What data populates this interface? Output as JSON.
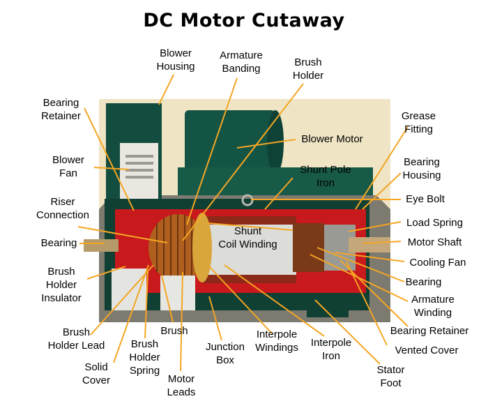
{
  "title": "DC Motor Cutaway",
  "colors": {
    "leader": "#f5a623",
    "housing": "#0f4a3c",
    "cutaway": "#c8191c",
    "copper": "#b0601e",
    "windingCore": "#dcdcd8",
    "wall": "#f1e7c6"
  },
  "labels": {
    "blower_housing": "Blower\nHousing",
    "armature_banding": "Armature\nBanding",
    "brush_holder": "Brush\nHolder",
    "bearing_retainer_left": "Bearing\nRetainer",
    "grease_fitting": "Grease\nFitting",
    "blower_motor": "Blower Motor",
    "blower_fan": "Blower\nFan",
    "shunt_pole_iron": "Shunt Pole\nIron",
    "bearing_housing": "Bearing\nHousing",
    "riser_connection": "Riser\nConnection",
    "eye_bolt": "Eye Bolt",
    "shunt_coil_winding": "Shunt\nCoil Winding",
    "load_spring": "Load Spring",
    "bearing_left": "Bearing",
    "motor_shaft": "Motor Shaft",
    "cooling_fan": "Cooling Fan",
    "brush_holder_insulator": "Brush\nHolder\nInsulator",
    "bearing_right": "Bearing",
    "armature_winding": "Armature\nWinding",
    "bearing_retainer_right": "Bearing Retainer",
    "brush_holder_lead": "Brush\nHolder Lead",
    "brush": "Brush",
    "junction_box": "Junction\nBox",
    "interpole_windings": "Interpole\nWindings",
    "interpole_iron": "Interpole\nIron",
    "vented_cover": "Vented Cover",
    "brush_holder_spring": "Brush\nHolder\nSpring",
    "solid_cover": "Solid\nCover",
    "stator_foot": "Stator\nFoot",
    "motor_leads": "Motor\nLeads"
  }
}
